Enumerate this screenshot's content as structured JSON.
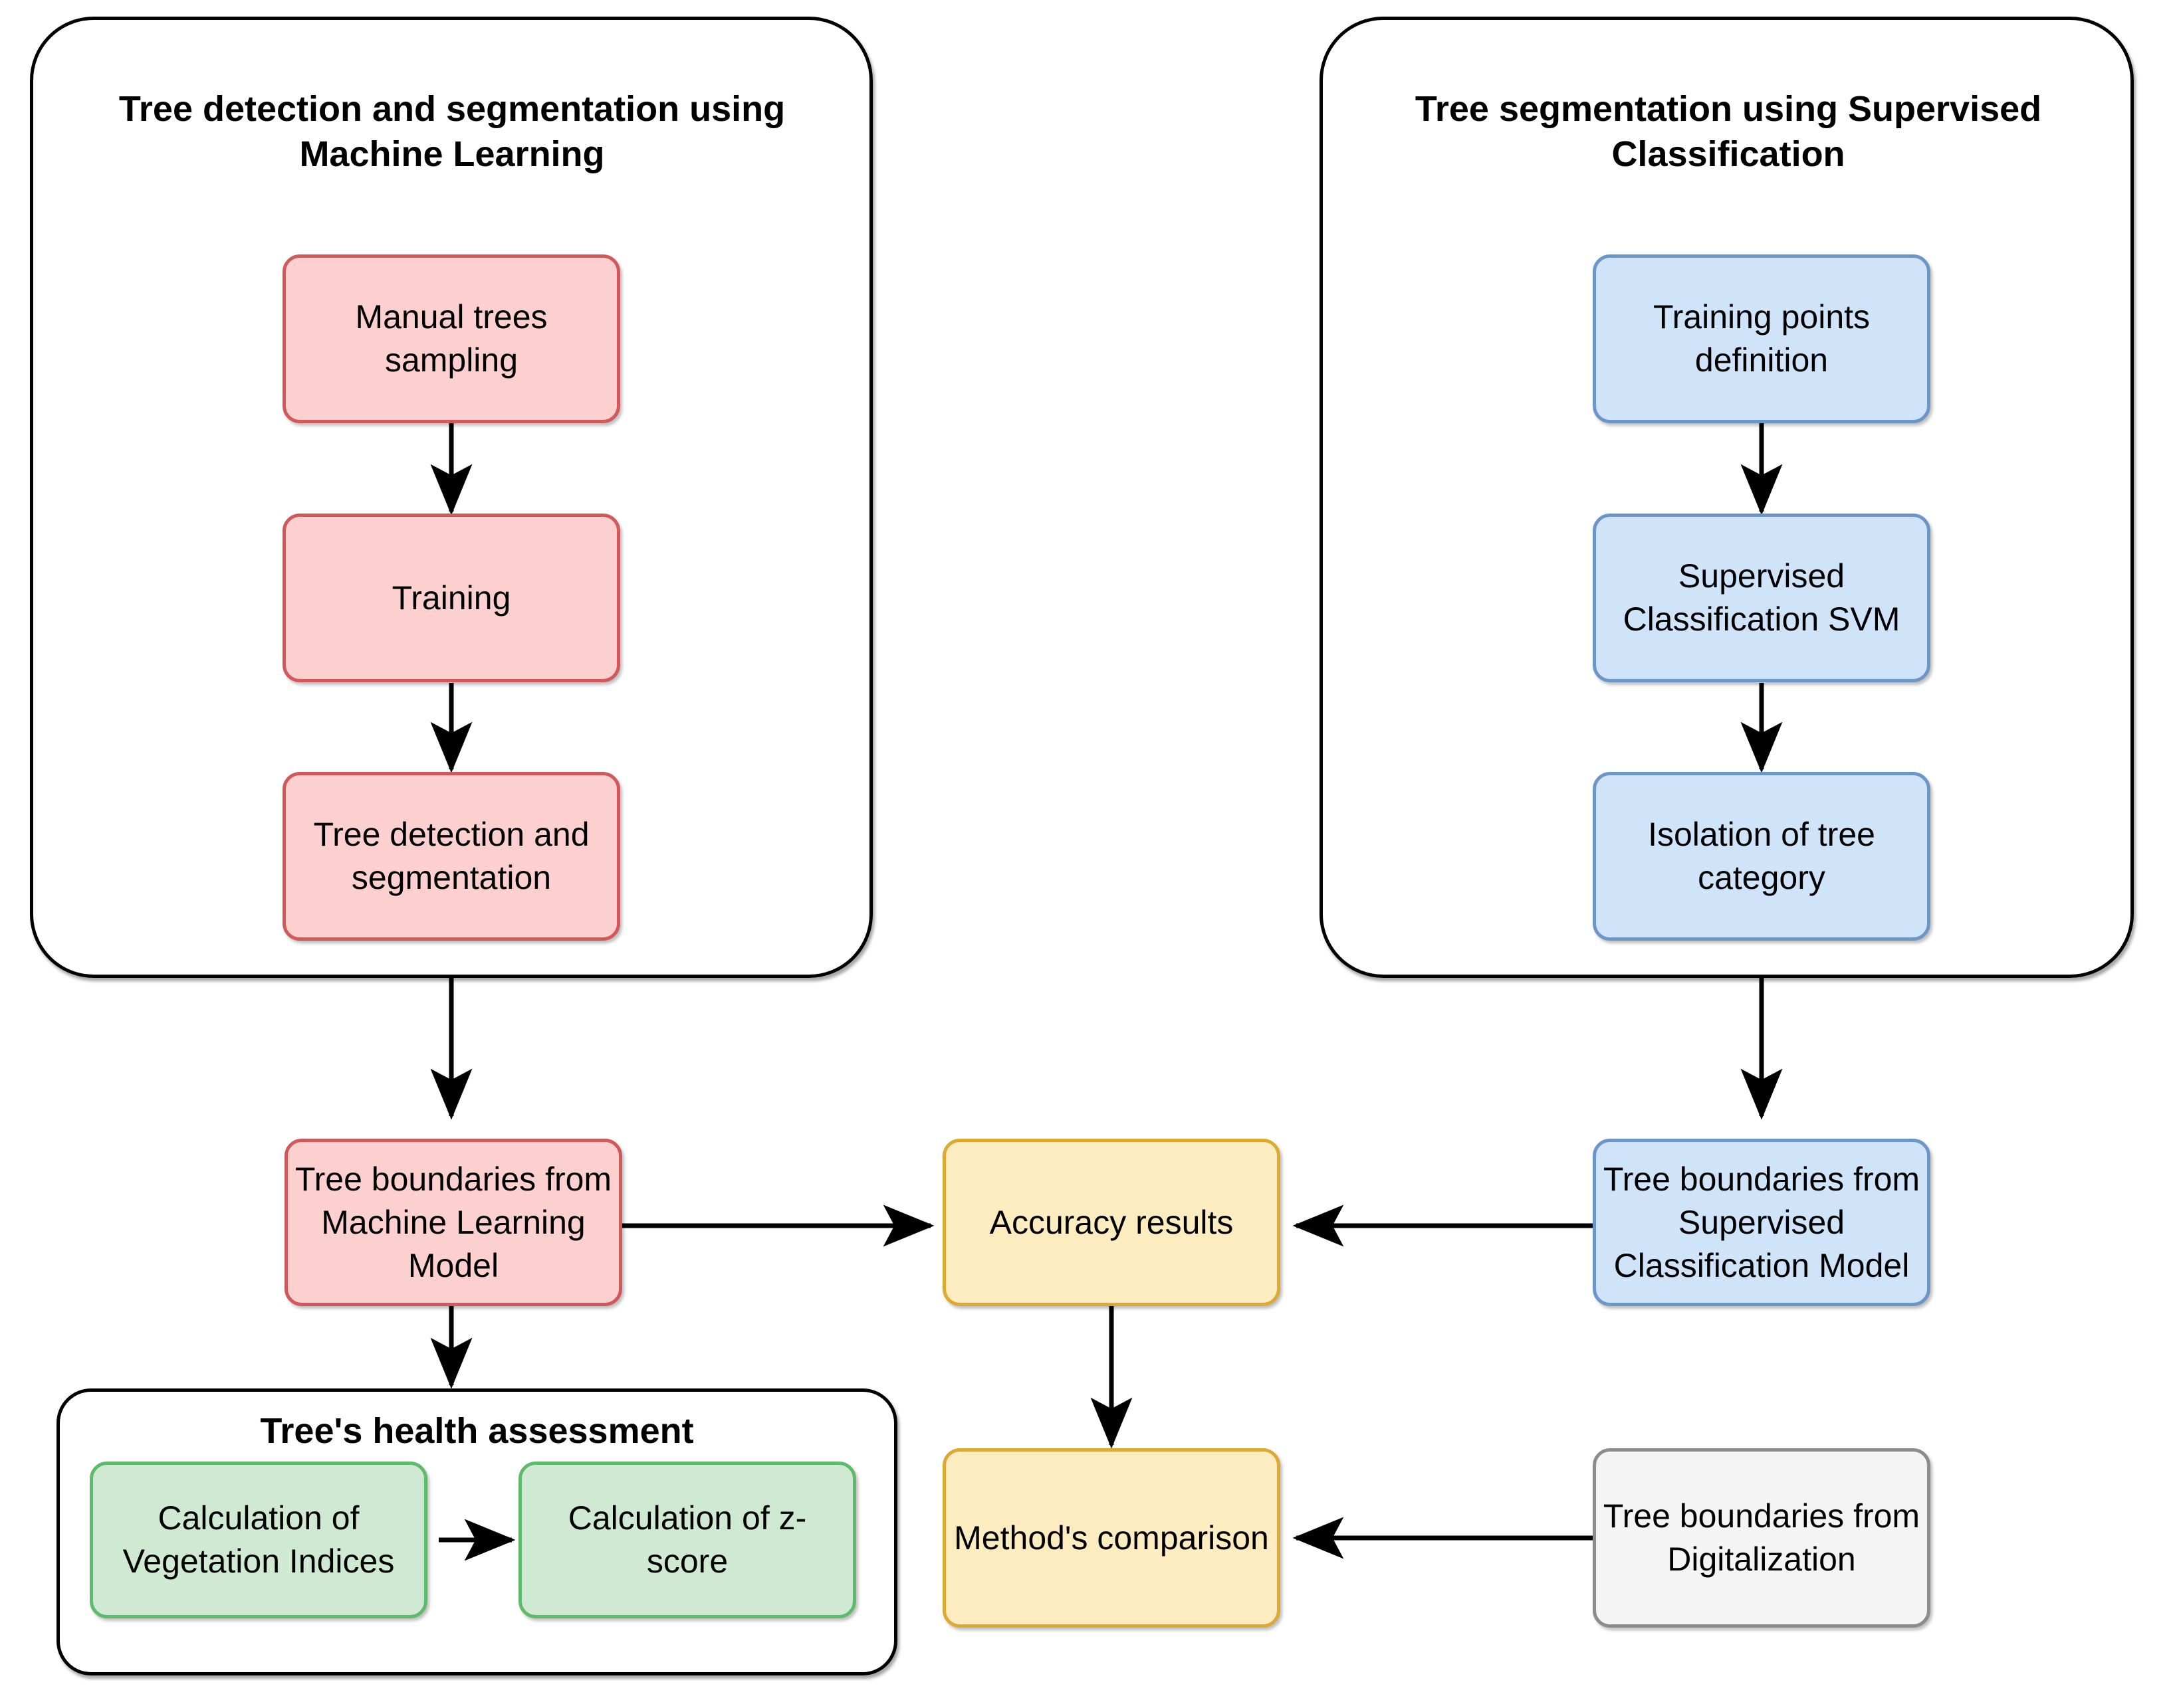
{
  "diagram": {
    "title_left": "Tree detection and segmentation using Machine Learning",
    "title_right": "Tree segmentation using Supervised Classification",
    "title_health": "Tree's health assessment",
    "groups": [
      {
        "id": "ml-group",
        "title": "Tree detection and segmentation using Machine Learning"
      },
      {
        "id": "sc-group",
        "title": "Tree segmentation using Supervised Classification"
      },
      {
        "id": "health-group",
        "title": "Tree's health assessment"
      }
    ],
    "nodes": {
      "manual_sampling": "Manual trees sampling",
      "training": "Training",
      "tree_detection_segmentation": "Tree detection and segmentation",
      "training_points": "Training points definition",
      "supervised_svm": "Supervised Classification SVM",
      "isolation_tree": "Isolation of tree category",
      "boundaries_ml": "Tree boundaries from Machine Learning Model",
      "accuracy_results": "Accuracy results",
      "boundaries_sc": "Tree boundaries from Supervised Classification Model",
      "vegetation_indices": "Calculation of Vegetation Indices",
      "z_score": "Calculation of z-score",
      "methods_comparison": "Method's comparison",
      "boundaries_digitalization": "Tree boundaries from Digitalization"
    },
    "colors": {
      "pink_fill": "#fcd0ce",
      "pink_stroke": "#d2595b",
      "blue_fill": "#cfe3f9",
      "blue_stroke": "#6c96c8",
      "yellow_fill": "#fcecbf",
      "yellow_stroke": "#dcaa33",
      "green_fill": "#cfe9d2",
      "green_stroke": "#5fbb6b",
      "grey_fill": "#f4f4f4",
      "grey_stroke": "#8c8c8c",
      "group_stroke": "#000000",
      "arrow": "#000000"
    },
    "edges": [
      {
        "from": "manual_sampling",
        "to": "training",
        "dir": "down"
      },
      {
        "from": "training",
        "to": "tree_detection_segmentation",
        "dir": "down"
      },
      {
        "from": "training_points",
        "to": "supervised_svm",
        "dir": "down"
      },
      {
        "from": "supervised_svm",
        "to": "isolation_tree",
        "dir": "down"
      },
      {
        "from": "ml-group",
        "to": "boundaries_ml",
        "dir": "down"
      },
      {
        "from": "sc-group",
        "to": "boundaries_sc",
        "dir": "down"
      },
      {
        "from": "boundaries_ml",
        "to": "accuracy_results",
        "dir": "right"
      },
      {
        "from": "boundaries_sc",
        "to": "accuracy_results",
        "dir": "left"
      },
      {
        "from": "boundaries_ml",
        "to": "health-group",
        "dir": "down"
      },
      {
        "from": "accuracy_results",
        "to": "methods_comparison",
        "dir": "down"
      },
      {
        "from": "boundaries_digitalization",
        "to": "methods_comparison",
        "dir": "left"
      },
      {
        "from": "vegetation_indices",
        "to": "z_score",
        "dir": "right"
      }
    ]
  }
}
